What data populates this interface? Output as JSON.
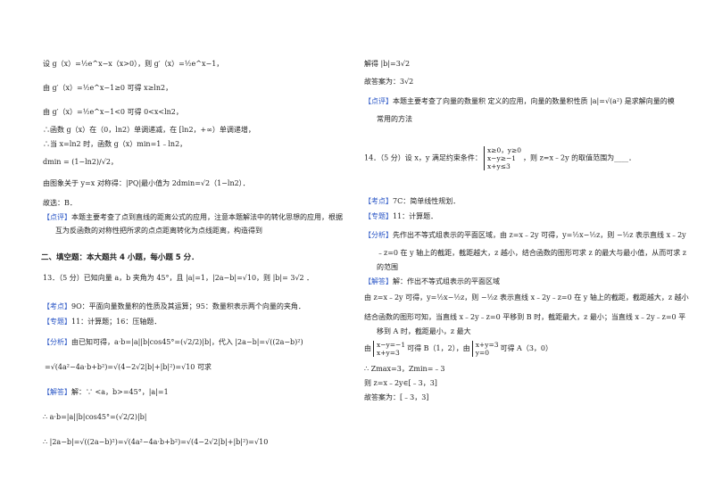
{
  "left": {
    "l1": "设 g（x）=½e^x−x（x>0），则 g′（x）=½e^x−1，",
    "l2": "由 g′（x）=½e^x−1≥0 可得 x≥ln2，",
    "l3": "由 g′（x）=½e^x−1<0 可得 0<x<ln2，",
    "l4": "∴函数 g（x）在（0，ln2）单调递减，在 [ln2，+∞）单调递增，",
    "l5": "∴当 x=ln2 时，函数 g（x）min=1﹣ln2，",
    "l6": "dmin = (1−ln2)/√2，",
    "l7": "由图象关于 y=x 对称得：|PQ|最小值为 2dmin=√2（1−ln2）．",
    "l8": "故选：B．",
    "review_tag": "【点评】",
    "review1": "本题主要考查了点到直线的距离公式的应用，注意本题解法中的转化思想的应用，根据",
    "review2": "互为反函数的对称性把所求的点点距离转化为点线距离，构造得到",
    "section": "二、填空题：本大题共 4 小题，每小题 5 分．",
    "q13": "13．（5 分）已知向量 a，b 夹角为 45°，且 |a|=1，|2a−b|=√10，则 |b|= 3√2 ．",
    "kd_tag": "【考点】",
    "kd": "9O：平面向量数量积的性质及其运算；95：数量积表示两个向量的夹角．",
    "zt_tag": "【专题】",
    "zt": "11：计算题；16：压轴题．",
    "fx_tag": "【分析】",
    "fx1": "由已知可得，a·b=|a||b|cos45°=(√2/2)|b|，代入 |2a−b|=√((2a−b)²)",
    "fx2": "=√(4a²−4a·b+b²)=√(4−2√2|b|+|b|²)=√10 可求",
    "jd_tag": "【解答】",
    "jd1": "解：∵ <a，b>=45°，|a|=1",
    "jd2": "∴ a·b=|a||b|cos45°=(√2/2)|b|",
    "jd3": "∴ |2a−b|=√((2a−b)²)=√(4a²−4a·b+b²)=√(4−2√2|b|+|b|²)=√10"
  },
  "right": {
    "r1": "解得 |b|=3√2",
    "r2": "故答案为：3√2",
    "dp_tag": "【点评】",
    "dp1": "本题主要考查了向量的数量积 定义的应用，向量的数量积性质 |a|=√(a²) 是求解向量的模",
    "dp2": "常用的方法",
    "q14a": "14．（5 分）设 x，y 满足约束条件：",
    "q14sys": [
      "x≥0，y≥0",
      "x−y≥−1",
      "x+y≤3"
    ],
    "q14b": "，则 z=x﹣2y 的取值范围为____．",
    "kd_tag": "【考点】",
    "kd": "7C：简单线性规划．",
    "zt_tag": "【专题】",
    "zt": "11：计算题．",
    "fx_tag": "【分析】",
    "fx1": "先作出不等式组表示的平面区域，由 z=x﹣2y 可得，y=½x−½z，则 −½z 表示直线 x﹣2y",
    "fx2": "﹣z=0 在 y 轴上的截距，截距越大，z 越小，结合函数的图形可求 z 的最大与最小值，从而可求 z",
    "fx3": "的范围",
    "jd_tag": "【解答】",
    "jd1": "解：作出不等式组表示的平面区域",
    "jd2": "由 z=x﹣2y 可得，y=½x−½z，则 −½z 表示直线 x﹣2y﹣z=0 在 y 轴上的截距，截距越大，z 越小",
    "jd3": "结合函数的图形可知，当直线 x﹣2y﹣z=0 平移到 B 时，截距最大，z 最小；当直线 x﹣2y﹣z=0 平",
    "jd4": "移到 A 时，截距最小，z 最大",
    "jd5a": "由",
    "sysB": [
      "x−y=−1",
      "x+y=3"
    ],
    "jd5b": "可得 B（1，2），由",
    "sysA": [
      "x+y=3",
      "y=0"
    ],
    "jd5c": "可得 A（3，0）",
    "jd6": "∴ Zmax=3，Zmin=﹣3",
    "jd7": "则 z=x﹣2y∈[﹣3，3]",
    "jd8": "故答案为：[﹣3，3]"
  }
}
